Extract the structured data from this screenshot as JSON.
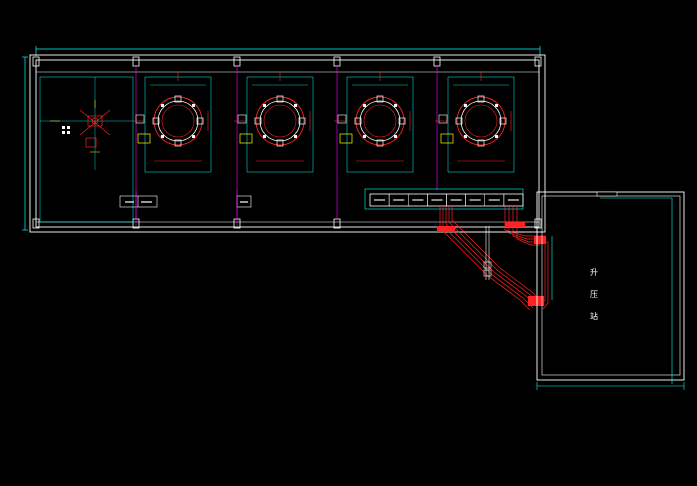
{
  "drawing": {
    "background": "#000000",
    "colors": {
      "wall": "#ffffff",
      "dimension": "#00ffff",
      "equipment": "#ff2222",
      "column": "#ff00ff",
      "blue": "#3355ff",
      "yellow": "#ffff00"
    }
  },
  "substation_room": {
    "label_chars": [
      "升",
      "压",
      "站"
    ]
  },
  "tanks": [
    {
      "id": 1
    },
    {
      "id": 2
    },
    {
      "id": 3
    },
    {
      "id": 4
    }
  ],
  "panel_row": {
    "cabinet_count": 8
  }
}
